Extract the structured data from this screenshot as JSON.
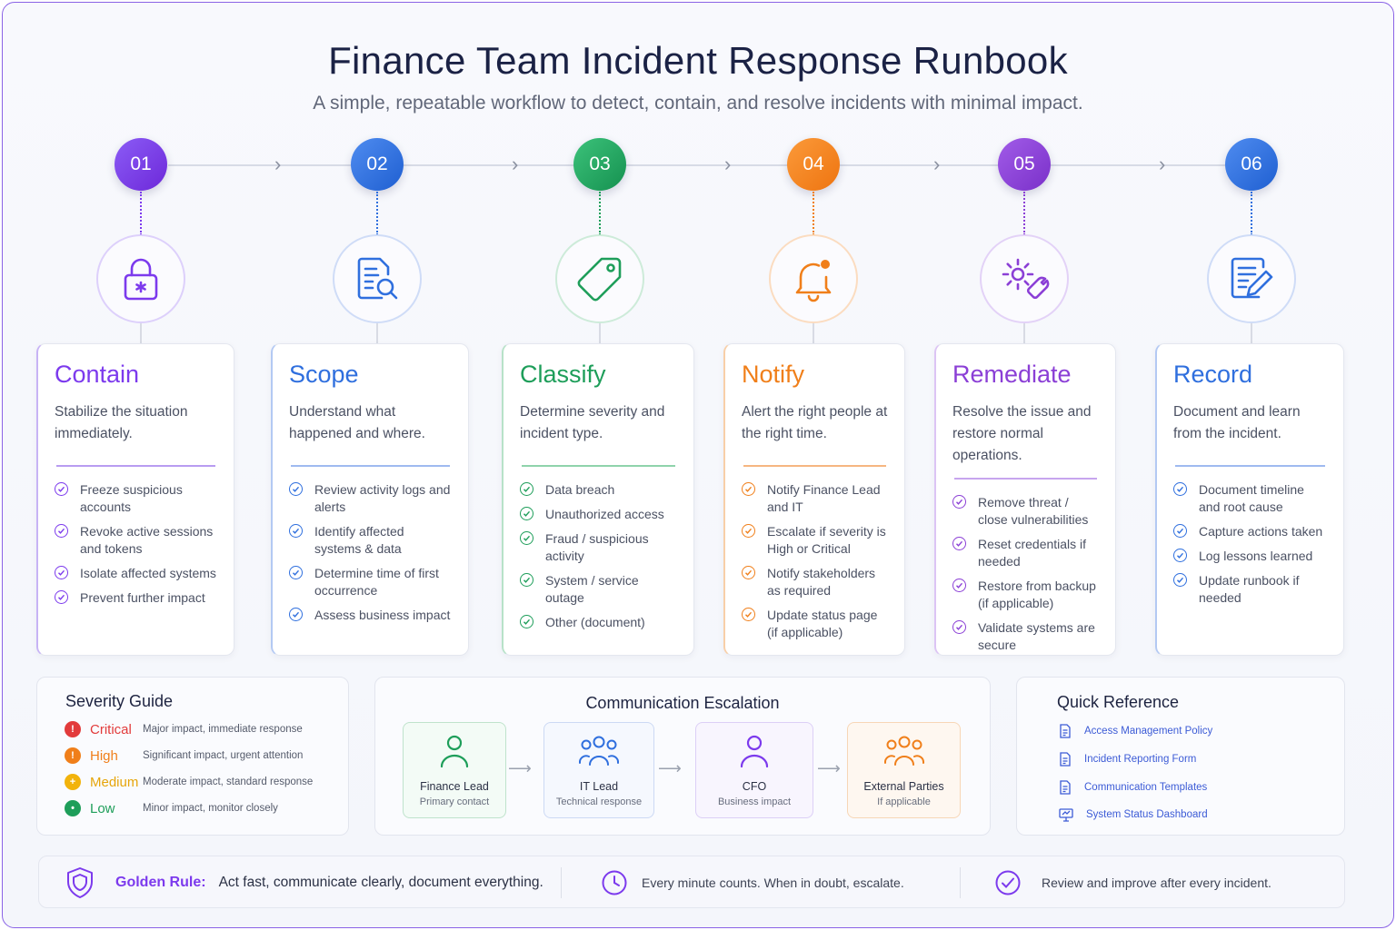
{
  "header": {
    "title": "Finance Team Incident Response Runbook",
    "subtitle": "A simple, repeatable workflow to detect, contain, and resolve incidents with minimal impact."
  },
  "colors": {
    "contain": "#7c3aed",
    "scope": "#2f6fde",
    "classify": "#1e9e5a",
    "notify": "#f07f1a",
    "remediate": "#8b3fd6",
    "record": "#2f6fde"
  },
  "steps": [
    {
      "number": "01",
      "icon": "lock-icon",
      "title": "Contain",
      "description": "Stabilize the situation immediately.",
      "items": [
        "Freeze suspicious accounts",
        "Revoke active sessions and tokens",
        "Isolate affected systems",
        "Prevent further impact"
      ]
    },
    {
      "number": "02",
      "icon": "document-search-icon",
      "title": "Scope",
      "description": "Understand what happened and where.",
      "items": [
        "Review activity logs and alerts",
        "Identify affected systems & data",
        "Determine time of first occurrence",
        "Assess business impact"
      ]
    },
    {
      "number": "03",
      "icon": "tag-icon",
      "title": "Classify",
      "description": "Determine severity and incident type.",
      "items": [
        "Data breach",
        "Unauthorized access",
        "Fraud / suspicious activity",
        "System / service outage",
        "Other (document)"
      ]
    },
    {
      "number": "04",
      "icon": "bell-icon",
      "title": "Notify",
      "description": "Alert the right people at the right time.",
      "items": [
        "Notify Finance Lead and IT",
        "Escalate if severity is High or Critical",
        "Notify stakeholders as required",
        "Update status page (if applicable)"
      ]
    },
    {
      "number": "05",
      "icon": "gear-wrench-icon",
      "title": "Remediate",
      "description": "Resolve the issue and restore normal operations.",
      "items": [
        "Remove threat / close vulnerabilities",
        "Reset credentials if needed",
        "Restore from backup (if applicable)",
        "Validate systems are secure"
      ]
    },
    {
      "number": "06",
      "icon": "document-edit-icon",
      "title": "Record",
      "description": "Document and learn from the incident.",
      "items": [
        "Document timeline and root cause",
        "Capture actions taken",
        "Log lessons learned",
        "Update runbook if needed"
      ]
    }
  ],
  "severity": {
    "title": "Severity Guide",
    "levels": [
      {
        "label": "Critical",
        "desc": "Major impact, immediate response",
        "color": "#e23b3b",
        "glyph": "!"
      },
      {
        "label": "High",
        "desc": "Significant impact, urgent attention",
        "color": "#f07f1a",
        "glyph": "!"
      },
      {
        "label": "Medium",
        "desc": "Moderate impact, standard response",
        "color": "#f2b30c",
        "glyph": "+"
      },
      {
        "label": "Low",
        "desc": "Minor impact, monitor closely",
        "color": "#1e9e5a",
        "glyph": "•"
      }
    ]
  },
  "escalation": {
    "title": "Communication Escalation",
    "steps": [
      {
        "name": "Finance Lead",
        "sub": "Primary contact",
        "icon": "person-icon",
        "color": "#1e9e5a"
      },
      {
        "name": "IT Lead",
        "sub": "Technical response",
        "icon": "group-icon",
        "color": "#2f6fde"
      },
      {
        "name": "CFO",
        "sub": "Business impact",
        "icon": "person-icon",
        "color": "#7c3aed"
      },
      {
        "name": "External Parties",
        "sub": "If applicable",
        "icon": "group-icon",
        "color": "#f07f1a"
      }
    ]
  },
  "quick_reference": {
    "title": "Quick Reference",
    "links": [
      {
        "label": "Access Management Policy",
        "icon": "document-icon"
      },
      {
        "label": "Incident Reporting Form",
        "icon": "document-icon"
      },
      {
        "label": "Communication Templates",
        "icon": "document-icon"
      },
      {
        "label": "System Status Dashboard",
        "icon": "monitor-icon"
      }
    ]
  },
  "footer": {
    "golden_label": "Golden Rule:",
    "golden_text": "Act fast, communicate clearly, document everything.",
    "tip_time": "Every minute counts.  When in doubt, escalate.",
    "tip_review": "Review and improve after every incident."
  }
}
